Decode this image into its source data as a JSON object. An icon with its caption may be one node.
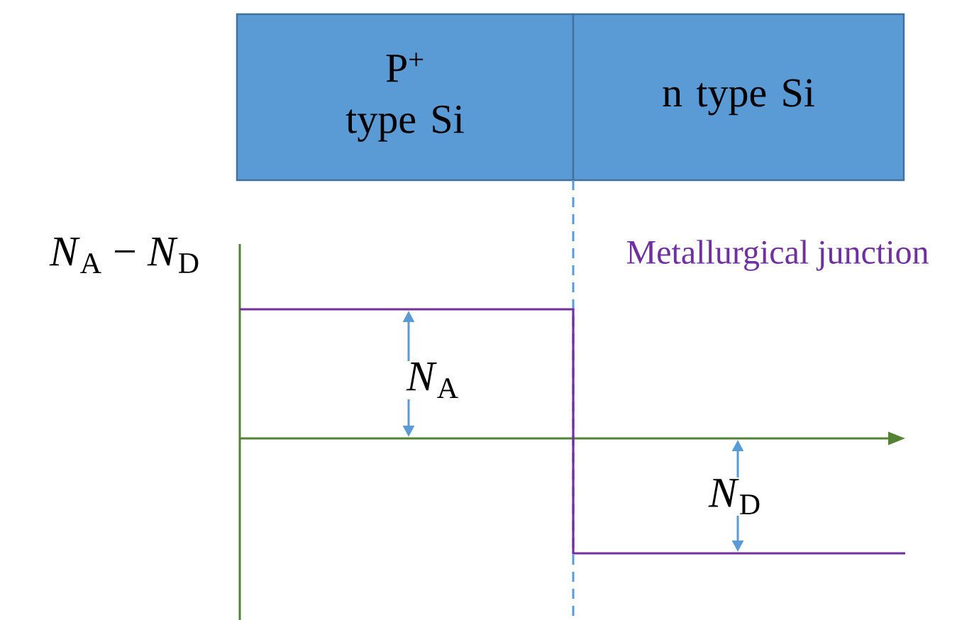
{
  "diagram": {
    "nodes": [
      {
        "text": [
          "P$^{+}$ type Si"
        ]
      },
      {
        "text": [
          "n type Si"
        ]
      }
    ],
    "labels": [
      "*N*$_{A}$ − *N*$_{D}$",
      "Metallurgical junction",
      "*N*$_{A}$",
      "*N*$_{D}$"
    ]
  }
}
